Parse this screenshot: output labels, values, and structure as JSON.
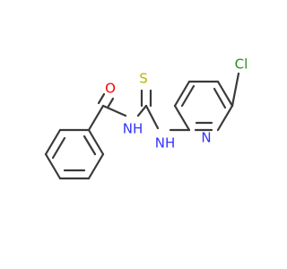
{
  "molecule": {
    "atoms": {
      "O": "O",
      "S": "S",
      "Cl": "Cl",
      "N_pyridine": "N",
      "NH_amide": "NH",
      "NH_amine": "NH"
    },
    "colors": {
      "bond": "#3a3a3a",
      "oxygen": "#ff0000",
      "sulfur": "#b8b800",
      "chlorine": "#1f8f1f",
      "nitrogen": "#3333ff"
    }
  }
}
